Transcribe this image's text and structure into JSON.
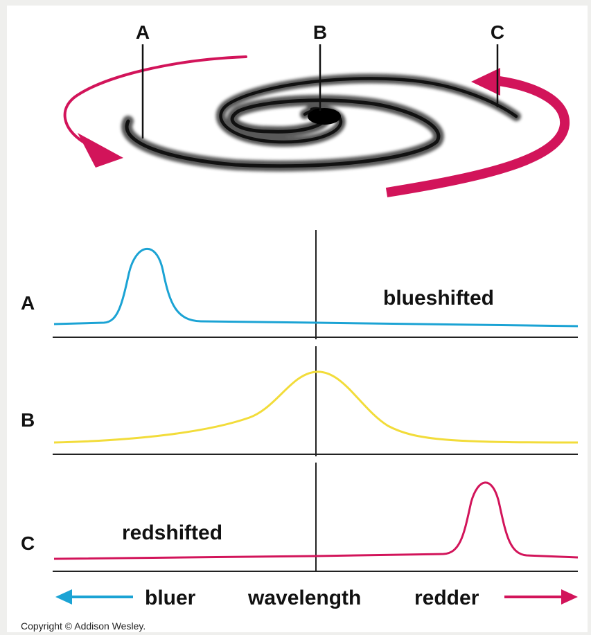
{
  "galaxy": {
    "labels": [
      "A",
      "B",
      "C"
    ]
  },
  "spectra": [
    {
      "label": "A",
      "note": "blueshifted",
      "color": "#1ba3d4"
    },
    {
      "label": "B",
      "note": "",
      "color": "#f2dc3a"
    },
    {
      "label": "C",
      "note": "redshifted",
      "color": "#d2145a"
    }
  ],
  "axis": {
    "bluer": "bluer",
    "wavelength": "wavelength",
    "redder": "redder"
  },
  "copyright": "Copyright © Addison Wesley.",
  "colors": {
    "rotation_arrow": "#d2145a",
    "blue_arrow": "#1ba3d4",
    "red_arrow": "#d2145a",
    "spiral": "#111111"
  }
}
